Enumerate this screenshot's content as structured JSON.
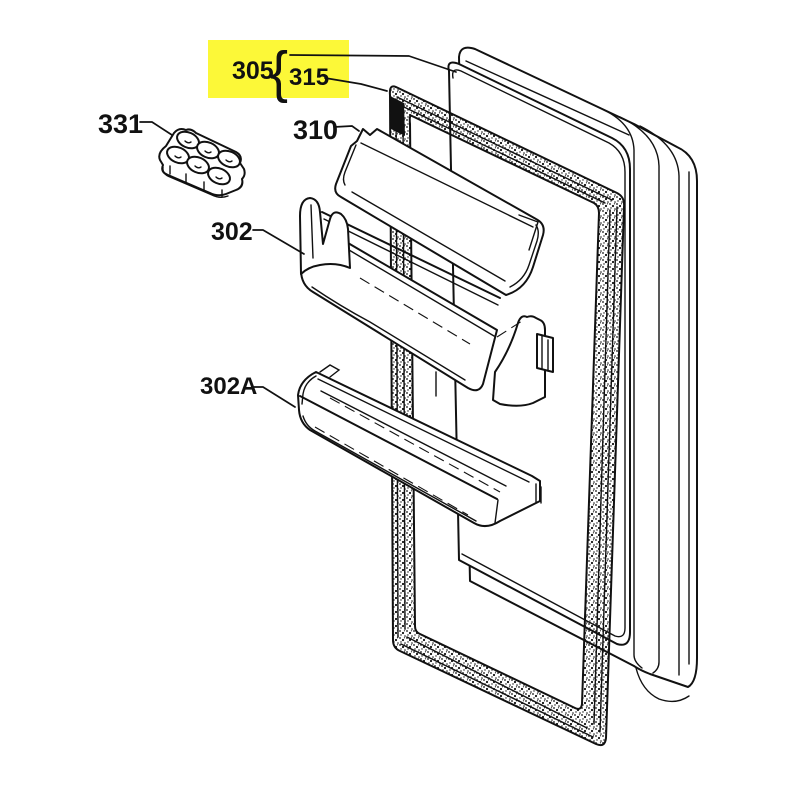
{
  "page": {
    "background": "#ffffff"
  },
  "diagram": {
    "type": "exploded-parts-diagram",
    "subject": "refrigerator-door-assembly",
    "line_color": "#111111",
    "highlight_color": "#fcf838",
    "brace": "{",
    "callouts": [
      {
        "ref": "305",
        "highlighted": true
      },
      {
        "ref": "315",
        "highlighted": true
      },
      {
        "ref": "331",
        "highlighted": false
      },
      {
        "ref": "310",
        "highlighted": false
      },
      {
        "ref": "302",
        "highlighted": false
      },
      {
        "ref": "302A",
        "highlighted": false
      }
    ]
  }
}
